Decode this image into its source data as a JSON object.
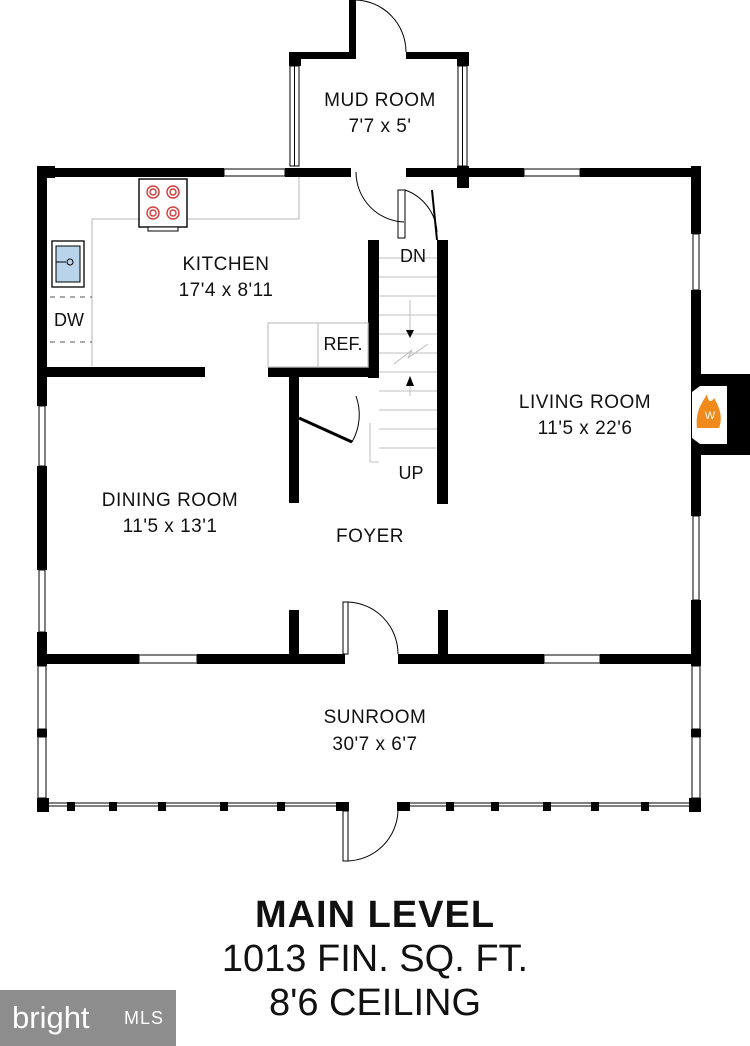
{
  "rooms": {
    "mud_room": {
      "name": "MUD ROOM",
      "dims": "7'7 x 5'"
    },
    "kitchen": {
      "name": "KITCHEN",
      "dims": "17'4 x 8'11"
    },
    "living_room": {
      "name": "LIVING ROOM",
      "dims": "11'5 x 22'6"
    },
    "dining_room": {
      "name": "DINING ROOM",
      "dims": "11'5 x 13'1"
    },
    "foyer": {
      "name": "FOYER"
    },
    "sunroom": {
      "name": "SUNROOM",
      "dims": "30'7 x 6'7"
    }
  },
  "fixtures": {
    "dw": "DW",
    "ref": "REF.",
    "stairs_down": "DN",
    "stairs_up": "UP",
    "fireplace": "W"
  },
  "title": {
    "level": "MAIN LEVEL",
    "area": "1013 FIN. SQ. FT.",
    "ceiling": "8'6 CEILING"
  },
  "logo": {
    "brand": "bright",
    "suffix": "MLS"
  },
  "colors": {
    "wall": "#000000",
    "fixture_line": "#bdbdbd",
    "fireplace_fire": "#f08a1c",
    "logo_bg": "#8d8d8d"
  }
}
